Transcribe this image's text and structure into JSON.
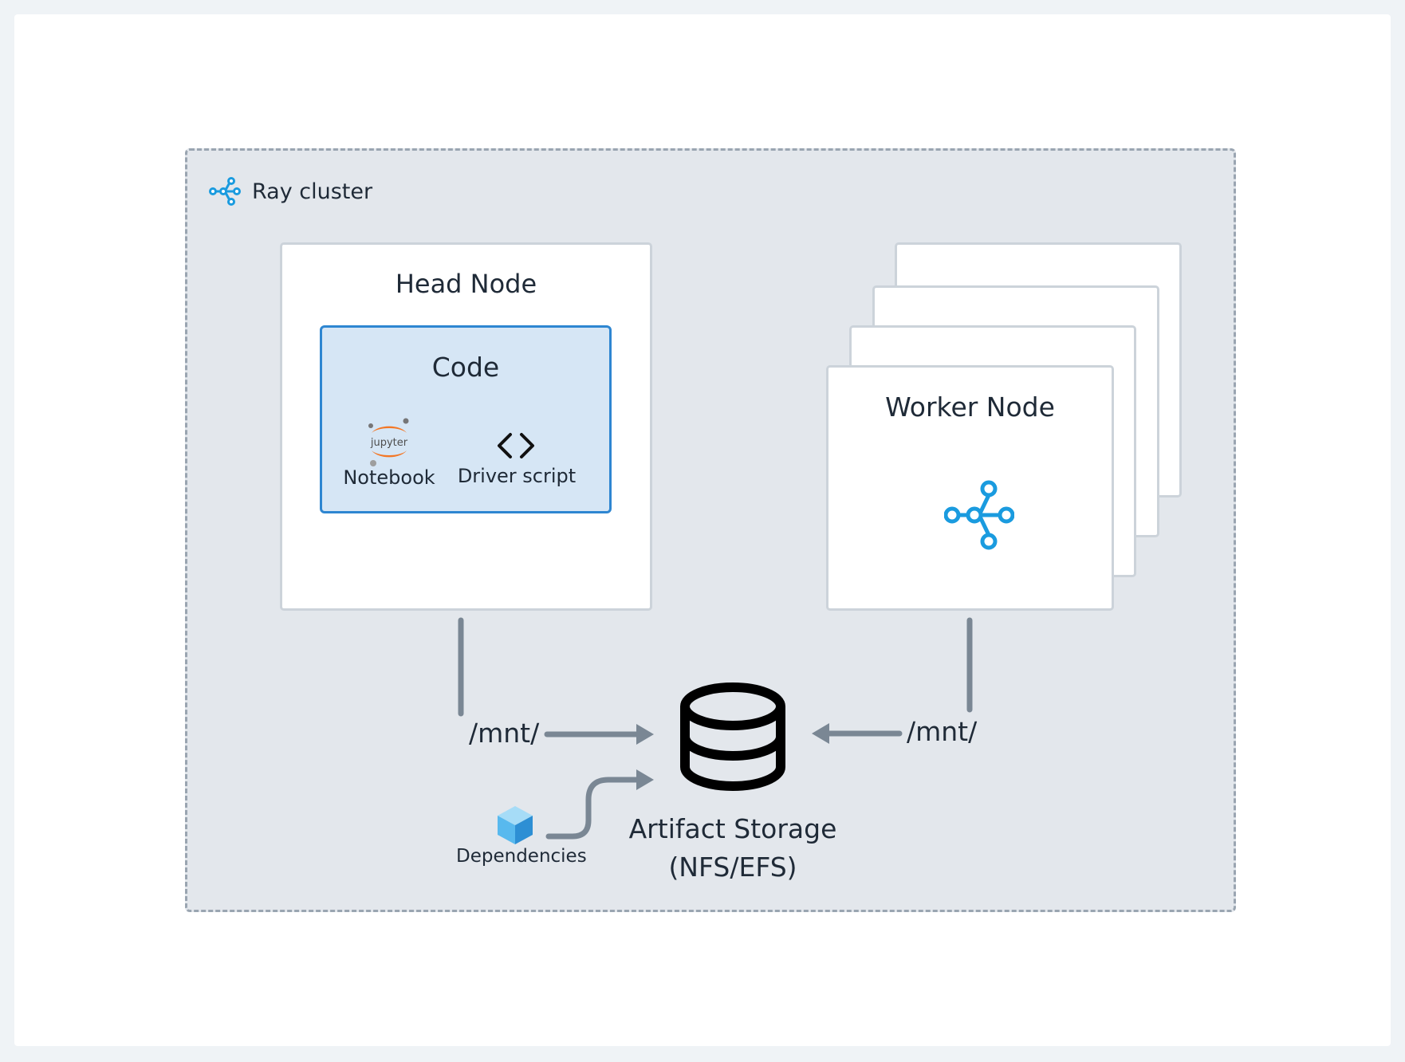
{
  "cluster": {
    "label": "Ray cluster",
    "icon": "ray-icon"
  },
  "head_node": {
    "title": "Head Node",
    "code": {
      "title": "Code",
      "items": [
        {
          "label": "Notebook",
          "icon": "jupyter-icon"
        },
        {
          "label": "Driver script",
          "icon": "code-brackets-icon"
        }
      ]
    }
  },
  "worker_node": {
    "title": "Worker Node",
    "icon": "ray-icon",
    "stack_count": 4
  },
  "mounts": {
    "head": "/mnt/",
    "worker": "/mnt/"
  },
  "storage": {
    "label_line1": "Artifact Storage",
    "label_line2": "(NFS/EFS)",
    "icon": "database-icon"
  },
  "dependencies": {
    "label": "Dependencies",
    "icon": "cube-icon"
  },
  "colors": {
    "ray_blue": "#1a9bdf",
    "connector": "#7a8794",
    "code_border": "#2e86d1",
    "code_fill": "#d6e6f5",
    "jupyter_orange": "#f37726"
  }
}
